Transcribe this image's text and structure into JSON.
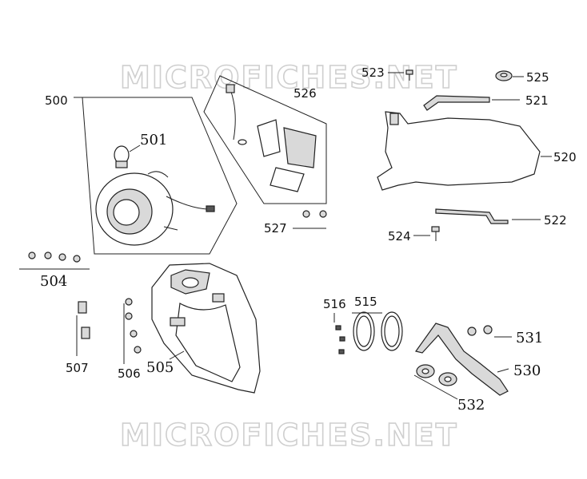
{
  "watermarks": [
    "MICROFICHES.NET",
    "MICROFICHES.NET"
  ],
  "labels": {
    "p500": "500",
    "p501": "501",
    "p504": "504",
    "p505": "505",
    "p506": "506",
    "p507": "507",
    "p515": "515",
    "p516": "516",
    "p520": "520",
    "p521": "521",
    "p522": "522",
    "p523": "523",
    "p524": "524",
    "p525": "525",
    "p526": "526",
    "p527": "527",
    "p530": "530",
    "p531": "531",
    "p532": "532"
  }
}
